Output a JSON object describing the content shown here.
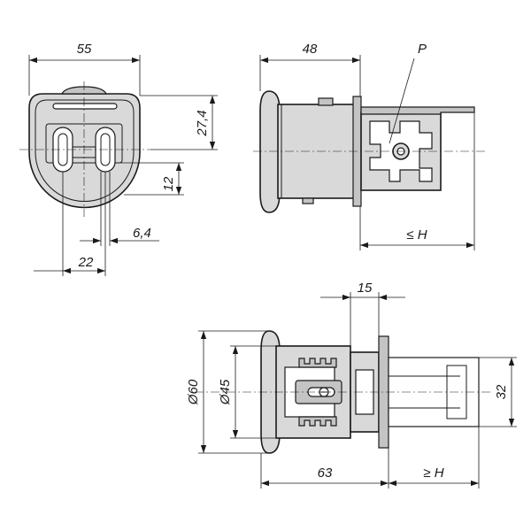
{
  "dimensions": {
    "front_width": "55",
    "front_height_upper": "27,4",
    "front_height_lower": "12",
    "front_slot_width": "6,4",
    "front_slot_spacing": "22",
    "side_length": "48",
    "side_clearance": "≤ H",
    "profile_label": "P",
    "section_step": "15",
    "section_outer_diameter": "Ø60",
    "section_inner_diameter": "Ø45",
    "section_length": "63",
    "section_clearance": "≥ H",
    "section_bar_height": "32"
  }
}
